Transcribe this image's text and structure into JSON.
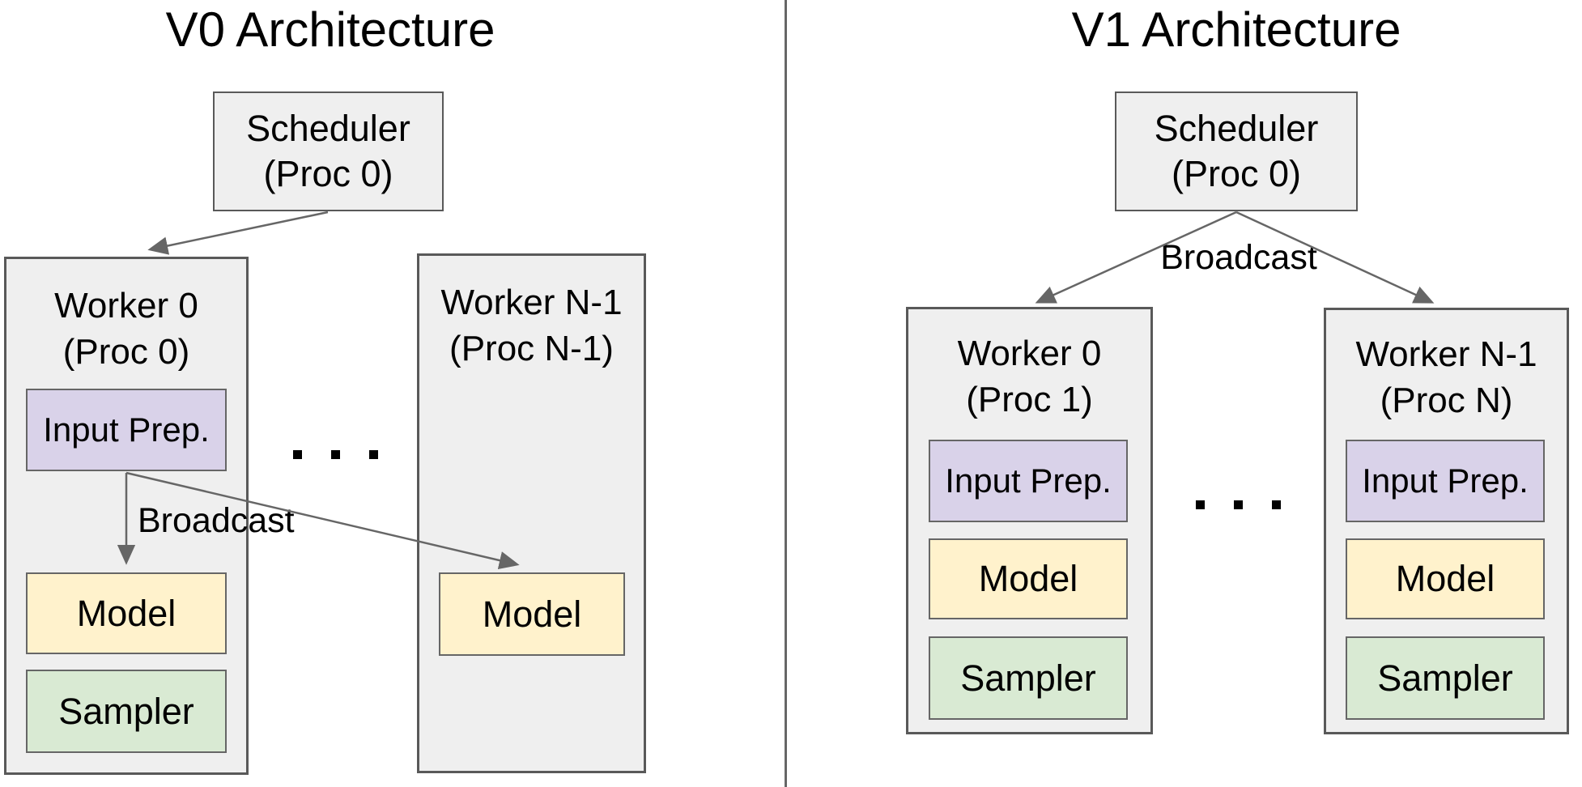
{
  "v0": {
    "title": "V0 Architecture",
    "scheduler": {
      "line1": "Scheduler",
      "line2": "(Proc 0)"
    },
    "broadcast_label": "Broadcast",
    "dots": ". . .",
    "worker0": {
      "line1": "Worker 0",
      "line2": "(Proc 0)",
      "input_prep_label": "Input Prep.",
      "model_label": "Model",
      "sampler_label": "Sampler"
    },
    "workerN": {
      "line1": "Worker N-1",
      "line2": "(Proc N-1)",
      "model_label": "Model"
    }
  },
  "v1": {
    "title": "V1 Architecture",
    "scheduler": {
      "line1": "Scheduler",
      "line2": "(Proc 0)"
    },
    "broadcast_label": "Broadcast",
    "dots": ". . .",
    "worker0": {
      "line1": "Worker 0",
      "line2": "(Proc 1)",
      "input_prep_label": "Input Prep.",
      "model_label": "Model",
      "sampler_label": "Sampler"
    },
    "workerN": {
      "line1": "Worker N-1",
      "line2": "(Proc N)",
      "input_prep_label": "Input Prep.",
      "model_label": "Model",
      "sampler_label": "Sampler"
    }
  },
  "colors": {
    "box_gray": "#efefef",
    "input_prep_purple": "#d9d2e9",
    "model_yellow": "#fff2cc",
    "sampler_green": "#d9ead3",
    "line_gray": "#666666",
    "border_gray": "#595959",
    "text": "#000000",
    "background": "#ffffff"
  }
}
